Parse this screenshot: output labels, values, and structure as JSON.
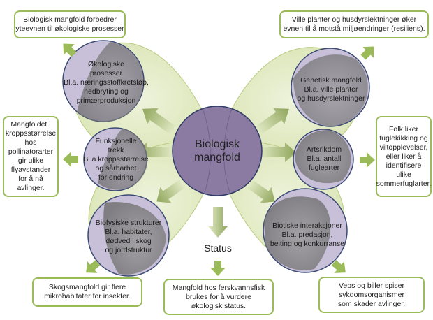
{
  "colors": {
    "wing_fill": "#e4ecc9",
    "wing_stroke": "#b9cc80",
    "arrow_green": "#9bbb59",
    "box_border": "#9bbb59",
    "circle_purple": "#c8c0d8",
    "circle_dark": "#8a8a8a",
    "center_fill": "#8b7ba3",
    "circle_stroke": "#3b4a74"
  },
  "center": {
    "label": "Biologisk\nmangfold"
  },
  "status_label": "Status",
  "nodes": [
    {
      "id": "okologiske-prosesser",
      "label": "Økologiske\nprosesser\nBl.a. næringsstoffkretsløp,\nnedbryting og\nprimærproduksjon"
    },
    {
      "id": "funksjonelle-trekk",
      "label": "Funksjonelle\ntrekk\nBl.a.kroppsstørrelse\nog sårbarhet\nfor endring"
    },
    {
      "id": "biofysiske-strukturer",
      "label": "Biofysiske strukturer\nBl.a. habitater,\ndødved i skog\nog jordstruktur"
    },
    {
      "id": "genetisk-mangfold",
      "label": "Genetisk mangfold\nBl.a. ville planter\nog husdyrslektninger"
    },
    {
      "id": "artsrikdom",
      "label": "Artsrikdom\nBl.a. antall\nfuglearter"
    },
    {
      "id": "biotiske-interaksjoner",
      "label": "Biotiske interaksjoner\nBl.a. predasjon,\nbeiting og konkurranse"
    }
  ],
  "boxes": [
    {
      "id": "box-okologiske",
      "text": "Biologisk mangfold forbedrer\nyteevnen til økologiske prosesser"
    },
    {
      "id": "box-genetisk",
      "text": "Ville planter og husdyrslektninger øker\nevnen  til å motstå miljøendringer (resiliens)."
    },
    {
      "id": "box-funksjonelle",
      "text": "Mangfoldet i\nkroppsstørrelse\nhos pollinatorarter\ngir ulike\nflyavstander\nfor å nå avlinger."
    },
    {
      "id": "box-artsrikdom",
      "text": "Folk liker\nfuglekikking og\nviltopplevelser,\neller liker å\nidentifisere\nulike\nsommerfuglarter."
    },
    {
      "id": "box-biofysiske",
      "text": "Skogsmangfold gir flere\nmikrohabitater for insekter."
    },
    {
      "id": "box-status",
      "text": "Mangfold hos ferskvannsfisk\nbrukes for å vurdere\nøkologisk status."
    },
    {
      "id": "box-biotiske",
      "text": "Veps og biller spiser\nsykdomsorganismer\nsom skader avlinger."
    }
  ]
}
